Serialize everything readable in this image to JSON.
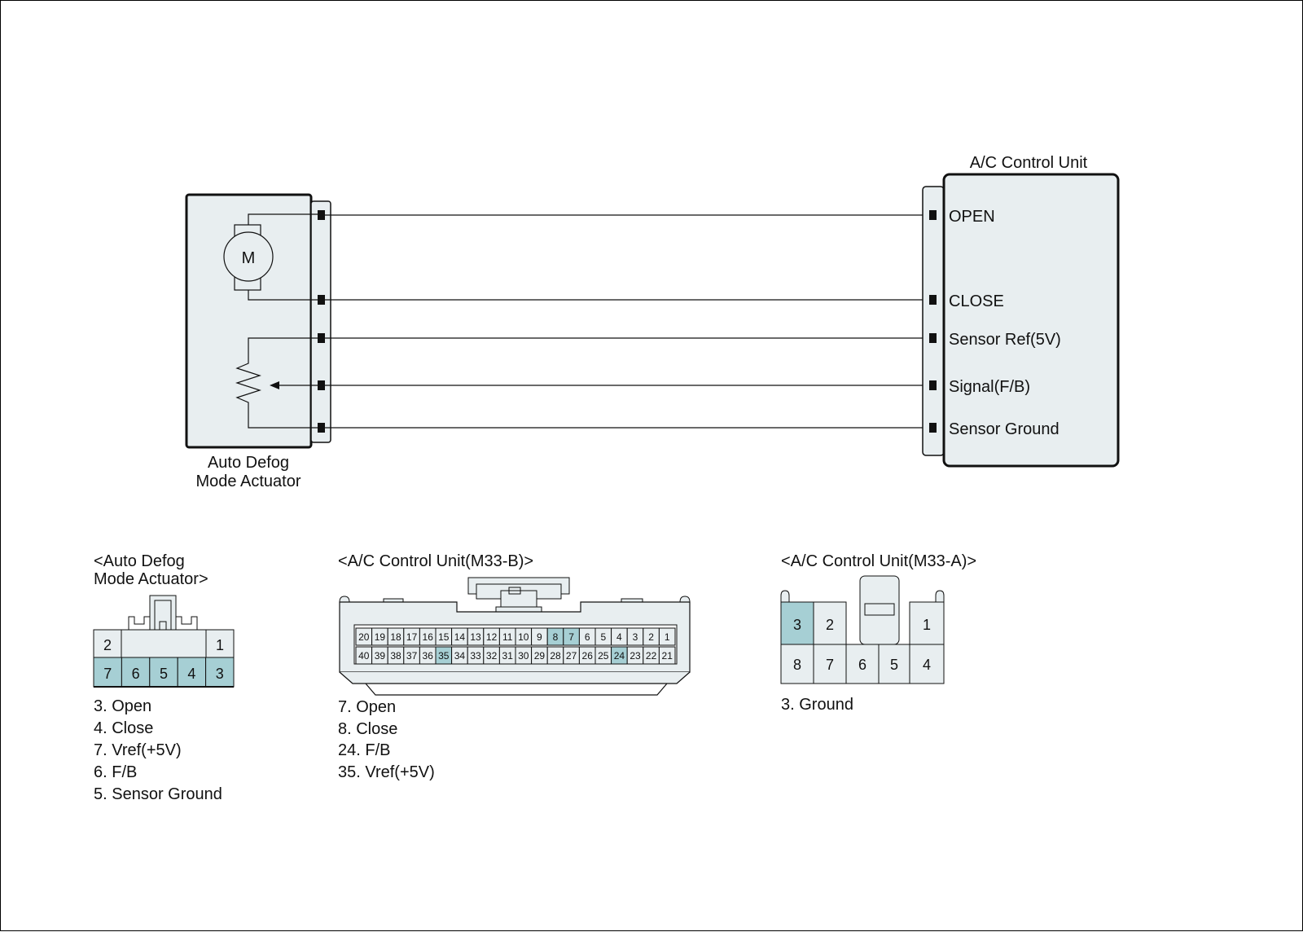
{
  "colors": {
    "box_fill": "#e8eef0",
    "pin_highlight": "#a6cfd4",
    "wire": "#111111"
  },
  "actuator": {
    "title_line1": "Auto Defog",
    "title_line2": "Mode Actuator",
    "motor_label": "M"
  },
  "ac_unit": {
    "title": "A/C Control Unit",
    "terminals": [
      "OPEN",
      "CLOSE",
      "Sensor Ref(5V)",
      "Signal(F/B)",
      "Sensor Ground"
    ]
  },
  "connectors": {
    "actuator": {
      "title_line1": "<Auto Defog",
      "title_line2": "Mode Actuator>",
      "pins_top": [
        "2",
        "1"
      ],
      "pins_bottom": [
        "7",
        "6",
        "5",
        "4",
        "3"
      ],
      "notes": [
        "3. Open",
        "4. Close",
        "7. Vref(+5V)",
        "6. F/B",
        "5. Sensor Ground"
      ]
    },
    "m33b": {
      "title": "<A/C Control Unit(M33-B)>",
      "row1": [
        "20",
        "19",
        "18",
        "17",
        "16",
        "15",
        "14",
        "13",
        "12",
        "11",
        "10",
        "9",
        "8",
        "7",
        "6",
        "5",
        "4",
        "3",
        "2",
        "1"
      ],
      "row2": [
        "40",
        "39",
        "38",
        "37",
        "36",
        "35",
        "34",
        "33",
        "32",
        "31",
        "30",
        "29",
        "28",
        "27",
        "26",
        "25",
        "24",
        "23",
        "22",
        "21"
      ],
      "highlighted": [
        "8",
        "7",
        "35",
        "24"
      ],
      "notes": [
        "7. Open",
        "8. Close",
        "24. F/B",
        "35. Vref(+5V)"
      ]
    },
    "m33a": {
      "title": "<A/C Control Unit(M33-A)>",
      "pins_top": [
        "3",
        "2",
        "1"
      ],
      "pins_bottom": [
        "8",
        "7",
        "6",
        "5",
        "4"
      ],
      "highlighted": [
        "3"
      ],
      "notes": [
        "3. Ground"
      ]
    }
  }
}
